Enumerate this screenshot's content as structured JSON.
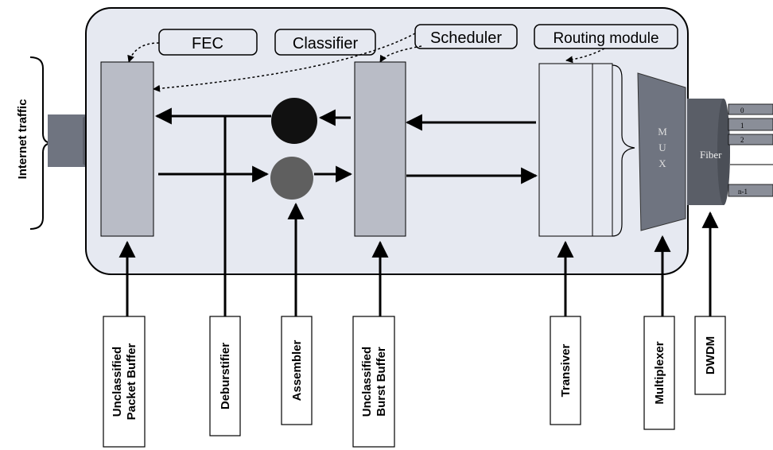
{
  "diagram": {
    "side_label": "Internet traffic",
    "top_modules": {
      "fec": "FEC",
      "classifier": "Classifier",
      "scheduler": "Scheduler",
      "routing": "Routing module"
    },
    "mux_letters": [
      "M",
      "U",
      "X"
    ],
    "fiber_label": "Fiber",
    "channel_labels": [
      "0",
      "1",
      "2",
      "n-1"
    ],
    "bottom_labels": {
      "packet_buffer": [
        "Unclassified",
        "Packet Buffer"
      ],
      "deburstifier": [
        "Deburstifier"
      ],
      "assembler": [
        "Assembler"
      ],
      "burst_buffer": [
        "Unclassified",
        "Burst  Buffer"
      ],
      "transiver": [
        "Transiver"
      ],
      "multiplexer": [
        "Multiplexer"
      ],
      "dwdm": [
        "DWDM"
      ]
    },
    "colors": {
      "node_fill": "#e6e9f1",
      "buffer_fill": "#b9bcc6",
      "mux_fill": "#6f7480",
      "burst_circle": "#111111",
      "assembler_circle": "#5f5f5f"
    }
  }
}
